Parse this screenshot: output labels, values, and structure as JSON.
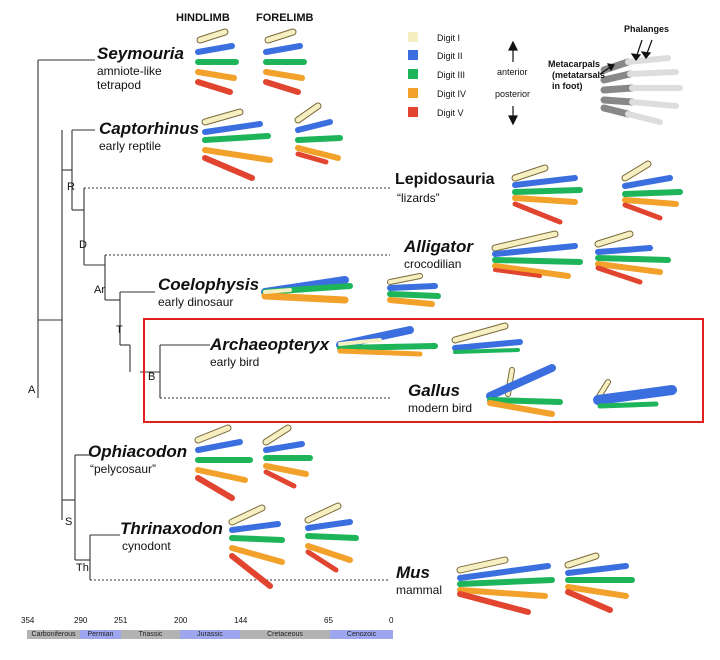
{
  "headers": {
    "hindlimb": "HINDLIMB",
    "forelimb": "FORELIMB"
  },
  "taxa": {
    "seymouria": {
      "name": "Seymouria",
      "desc1": "amniote-like",
      "desc2": "tetrapod"
    },
    "captorhinus": {
      "name": "Captorhinus",
      "desc": "early reptile"
    },
    "lepidosauria": {
      "name": "Lepidosauria",
      "desc": "“lizards”"
    },
    "alligator": {
      "name": "Alligator",
      "desc": "crocodilian"
    },
    "coelophysis": {
      "name": "Coelophysis",
      "desc": "early dinosaur"
    },
    "archaeopteryx": {
      "name": "Archaeopteryx",
      "desc": "early bird"
    },
    "gallus": {
      "name": "Gallus",
      "desc": "modern bird"
    },
    "ophiacodon": {
      "name": "Ophiacodon",
      "desc": "“pelycosaur”"
    },
    "thrinaxodon": {
      "name": "Thrinaxodon",
      "desc": "cynodont"
    },
    "mus": {
      "name": "Mus",
      "desc": "mammal"
    }
  },
  "nodes": {
    "R": "R",
    "D": "D",
    "Ar": "Ar",
    "T": "T",
    "B": "B",
    "A": "A",
    "S": "S",
    "Th": "Th"
  },
  "legend": {
    "digits": [
      {
        "label": "Digit I",
        "color": "#f6efc2"
      },
      {
        "label": "Digit II",
        "color": "#3b6fe0"
      },
      {
        "label": "Digit III",
        "color": "#1db45a"
      },
      {
        "label": "Digit IV",
        "color": "#f2a12a"
      },
      {
        "label": "Digit V",
        "color": "#e2452f"
      }
    ],
    "anterior": "anterior",
    "posterior": "posterior",
    "phalanges": "Phalanges",
    "metacarpals": [
      "Metacarpals",
      "(metatarsals",
      "in foot)"
    ]
  },
  "timescale": {
    "ticks": [
      "354",
      "290",
      "251",
      "200",
      "144",
      "65",
      "0"
    ],
    "periods": [
      {
        "name": "Carboniferous",
        "color": "#b3b3b3"
      },
      {
        "name": "Permian",
        "color": "#9ea7ee"
      },
      {
        "name": "Triassic",
        "color": "#b3b3b3"
      },
      {
        "name": "Jurassic",
        "color": "#9ea7ee"
      },
      {
        "name": "Cretaceous",
        "color": "#b3b3b3"
      },
      {
        "name": "Cenozoic",
        "color": "#9ea7ee"
      }
    ]
  }
}
